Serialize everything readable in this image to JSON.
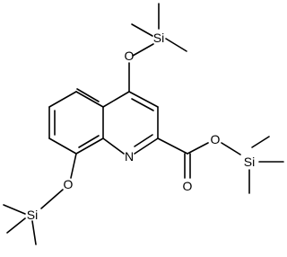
{
  "structure": {
    "atoms": {
      "si_top": "Si",
      "o_top": "O",
      "n_ring": "N",
      "o_ester": "O",
      "o_carbonyl": "O",
      "si_ester": "Si",
      "o_left": "O",
      "si_left": "Si"
    }
  }
}
